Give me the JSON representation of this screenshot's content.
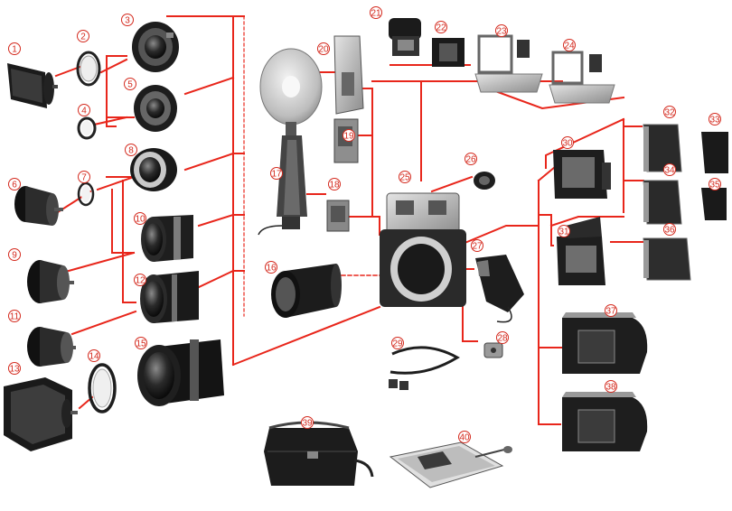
{
  "colors": {
    "line": "#e8261b",
    "badge": "#d42a1e",
    "body": "#1c1c1c",
    "metal": "#b9b9b9",
    "paper": "#ffffff"
  },
  "labels": [
    "1",
    "2",
    "3",
    "4",
    "5",
    "6",
    "7",
    "8",
    "9",
    "10",
    "11",
    "12",
    "13",
    "14",
    "15",
    "16",
    "17",
    "18",
    "19",
    "20",
    "21",
    "22",
    "23",
    "24",
    "25",
    "26",
    "27",
    "28",
    "29",
    "30",
    "31",
    "32",
    "33",
    "34",
    "35",
    "36",
    "37",
    "38",
    "39",
    "40"
  ]
}
